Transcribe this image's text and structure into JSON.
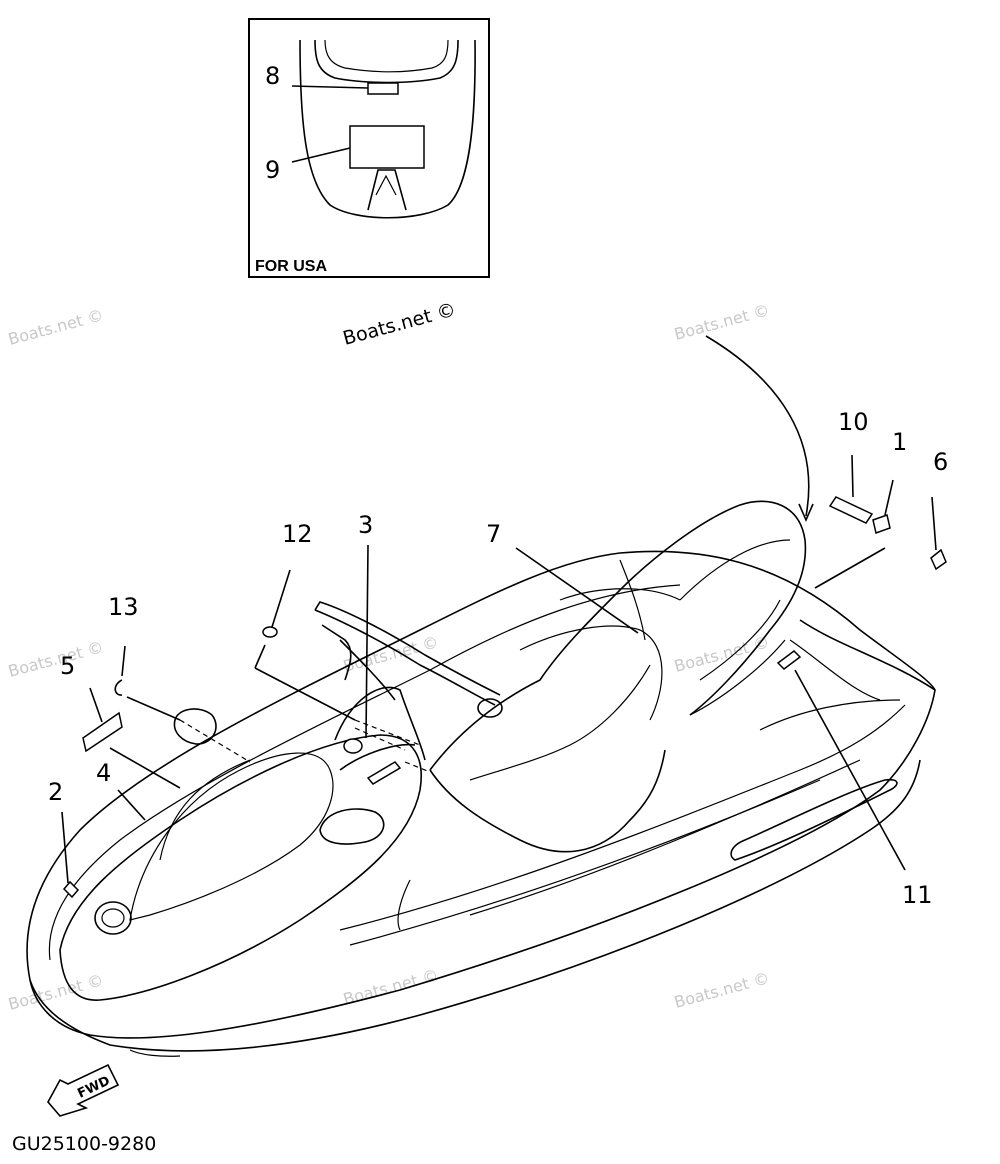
{
  "inset": {
    "caption": "FOR USA",
    "labels": [
      "8",
      "9"
    ]
  },
  "callouts": {
    "c1": "1",
    "c2": "2",
    "c3": "3",
    "c4": "4",
    "c5": "5",
    "c6": "6",
    "c7": "7",
    "c10": "10",
    "c11": "11",
    "c12": "12",
    "c13": "13"
  },
  "watermarks": {
    "text": "Boats.net ©",
    "main": "Boats.net ©"
  },
  "fwd_label": "FWD",
  "diagram_code": "GU25100-9280"
}
